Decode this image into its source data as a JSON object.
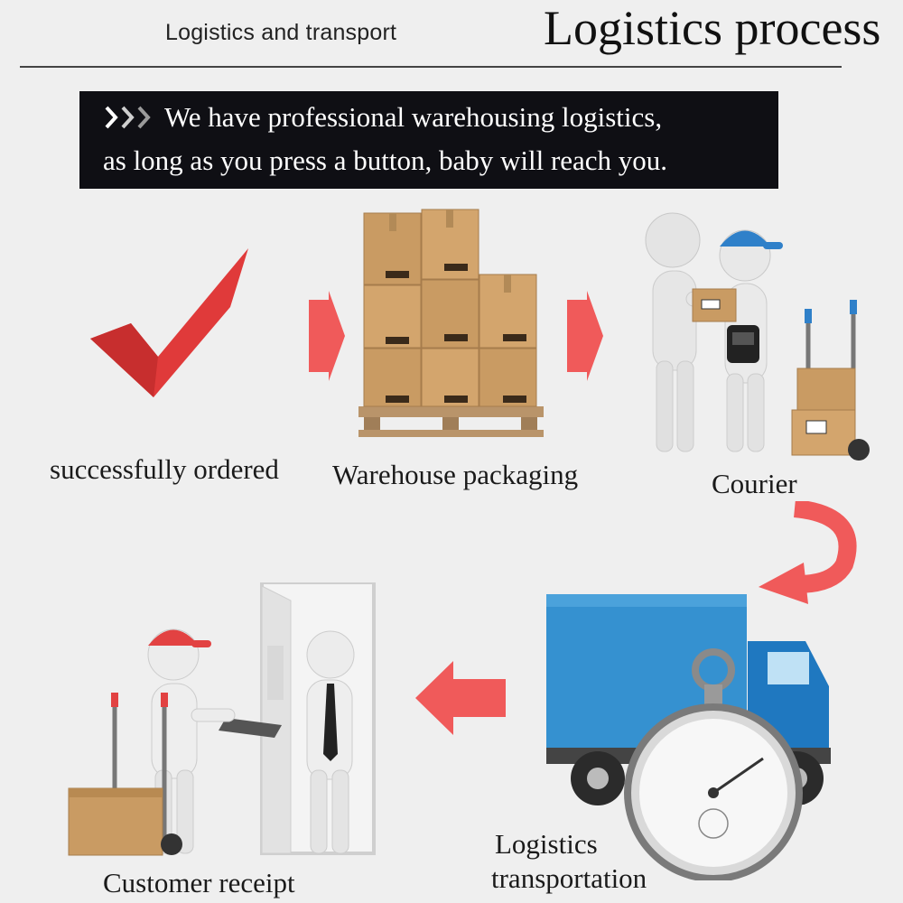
{
  "header": {
    "subtitle": "Logistics and transport",
    "title": "Logistics process"
  },
  "banner": {
    "line1": "We have professional warehousing logistics,",
    "line2": "as long as you press a button, baby will reach you."
  },
  "steps": [
    {
      "label": "successfully ordered",
      "icon": "checkmark-icon"
    },
    {
      "label": "Warehouse packaging",
      "icon": "boxes-icon"
    },
    {
      "label": "Courier",
      "icon": "courier-icon"
    },
    {
      "label": "Logistics",
      "label2": "transportation",
      "icon": "truck-icon"
    },
    {
      "label": "Customer receipt",
      "icon": "delivery-icon"
    }
  ],
  "colors": {
    "accent_red": "#e03a3a",
    "arrow_pink": "#f05a5a",
    "truck_blue": "#2e86c8",
    "banner_bg": "#0f0f14",
    "box": "#c89a62"
  }
}
